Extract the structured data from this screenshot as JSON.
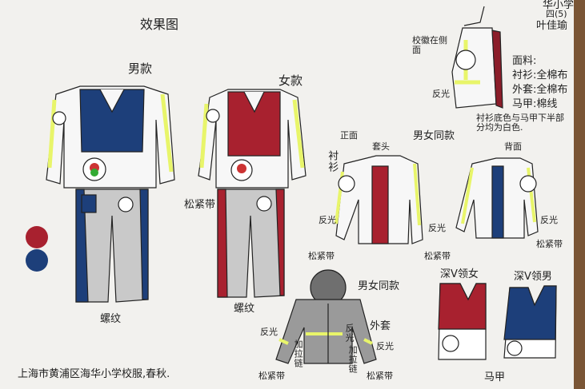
{
  "title": "效果图",
  "author": {
    "school_partial": "华小学",
    "class": "四(5)",
    "name": "叶佳瑜"
  },
  "boys": {
    "label": "男款",
    "rib_label": "螺纹"
  },
  "girls": {
    "label": "女款",
    "rib_label": "螺纹"
  },
  "waist_label": "松紧带",
  "badge_note": "校徽在侧面",
  "side_reflect": "反光",
  "materials": {
    "heading": "面料:",
    "shirt": "衬衫:全棉布",
    "coat": "外套:全棉布",
    "vest": "马甲:棉线",
    "note": "衬衫底色与马甲下半部分均为白色."
  },
  "shirt": {
    "unisex": "男女同款",
    "front": "正面",
    "back": "背面",
    "label": "衬衫",
    "placket": "套头",
    "reflect": "反光",
    "cuff": "松紧带"
  },
  "jacket": {
    "unisex": "男女同款",
    "label": "外套",
    "reflect": "反光",
    "zipper": "加拉链",
    "reflect_band": "反光",
    "cuff": "松紧带"
  },
  "vest": {
    "girls": "深V领女",
    "boys": "深V领男",
    "label": "马甲"
  },
  "caption": "上海市黄浦区海华小学校服,春秋.",
  "colors": {
    "red": "#a8212f",
    "blue": "#1d3f7a",
    "yellow": "#e8f56a",
    "gray": "#8d8d8d"
  }
}
